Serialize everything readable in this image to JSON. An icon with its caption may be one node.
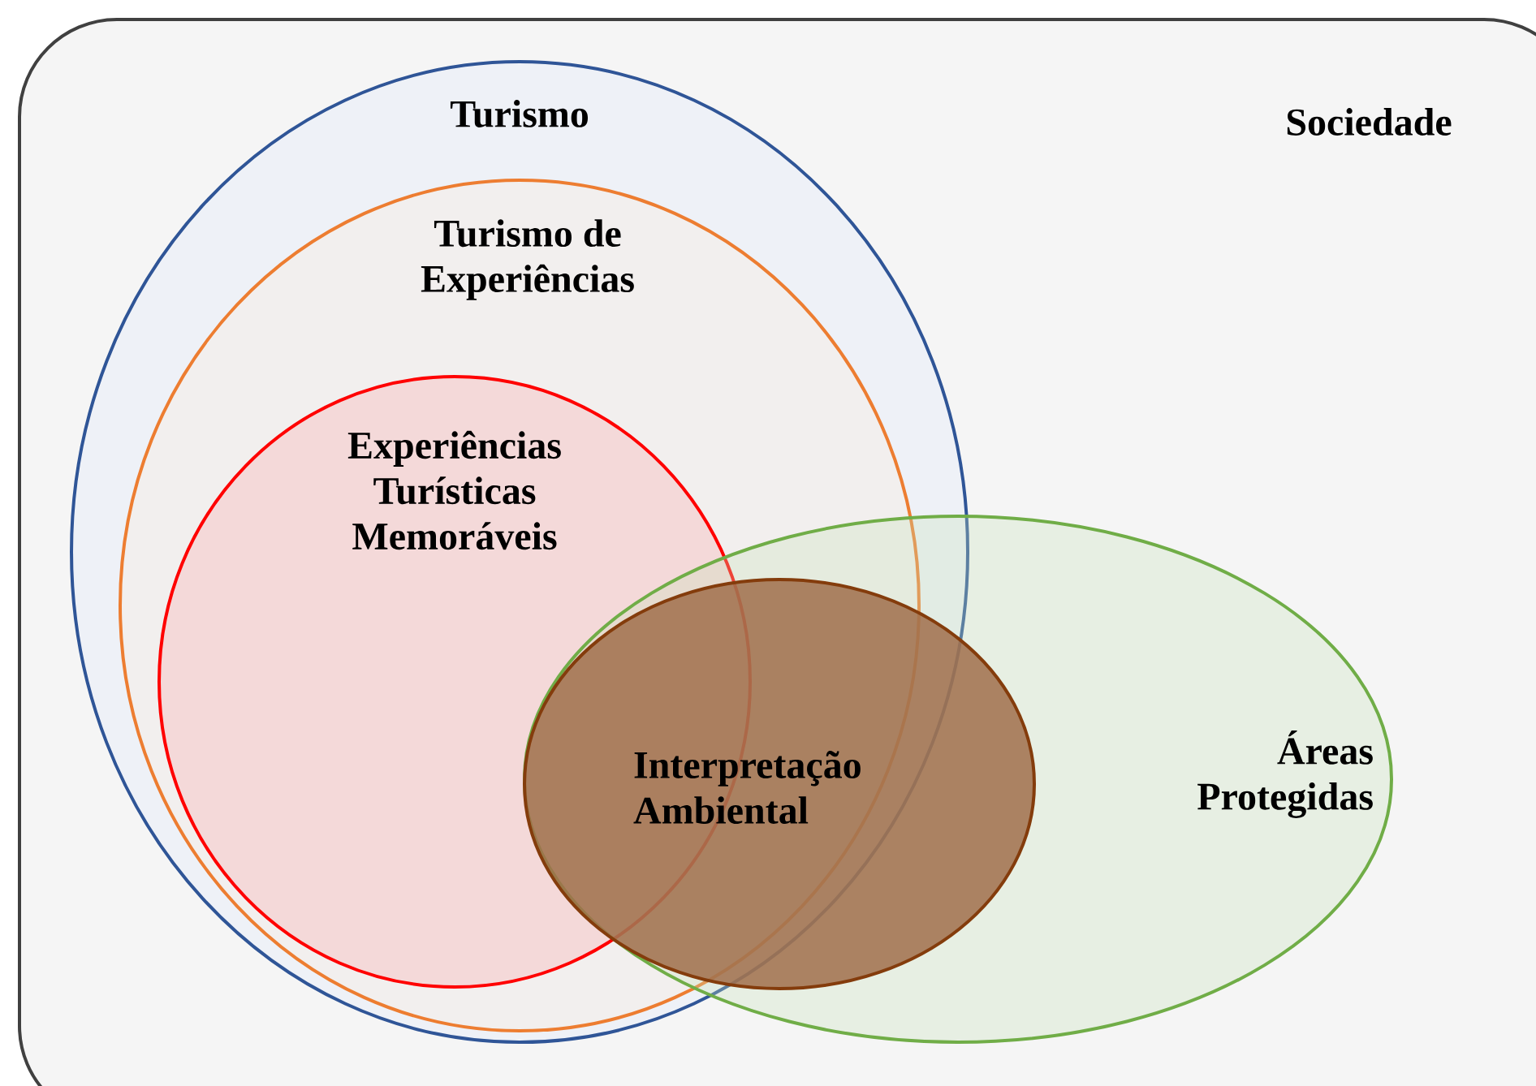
{
  "diagram": {
    "nodes": [
      {
        "text": [
          "Sociedade"
        ]
      },
      {
        "text": [
          "Turismo"
        ],
        "in": 0
      },
      {
        "text": [
          "Turismo de Experiências"
        ],
        "in": 1
      },
      {
        "text": [
          "Experiências Turísticas Memoráveis"
        ],
        "in": 2
      },
      {
        "text": [
          "Áreas Protegidas"
        ],
        "in": 0
      },
      {
        "text": [
          "Interpretação Ambiental"
        ],
        "in": 4
      }
    ]
  }
}
